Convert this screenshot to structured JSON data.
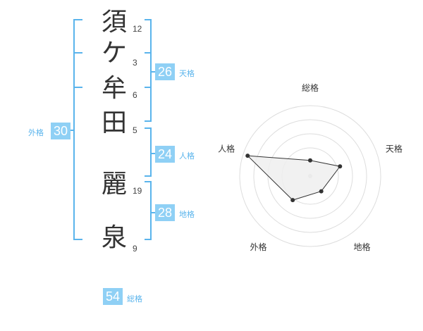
{
  "surname": [
    {
      "char": "須",
      "strokes": "12"
    },
    {
      "char": "ケ",
      "strokes": "3"
    },
    {
      "char": "牟",
      "strokes": "6"
    },
    {
      "char": "田",
      "strokes": "5"
    }
  ],
  "given_name": [
    {
      "char": "麗",
      "strokes": "19"
    },
    {
      "char": "泉",
      "strokes": "9"
    }
  ],
  "kakusu": {
    "tenkaku": {
      "value": "26",
      "label": "天格"
    },
    "jinkaku": {
      "value": "24",
      "label": "人格"
    },
    "chikaku": {
      "value": "28",
      "label": "地格"
    },
    "gaikaku": {
      "value": "30",
      "label": "外格"
    },
    "soukaku": {
      "value": "54",
      "label": "総格"
    }
  },
  "radar": {
    "axes": [
      "総格",
      "天格",
      "地格",
      "外格",
      "人格"
    ],
    "levels": [
      1.0,
      2.0,
      1.2,
      1.9,
      4.2
    ],
    "max": 4.5,
    "colors": {
      "ring": "#dddddd",
      "fill": "#eeeeee",
      "line": "#333333",
      "dot": "#333333",
      "center": "#cccccc"
    }
  },
  "colors": {
    "accent": "#8fd0f5",
    "bracket": "#5ab4ec",
    "label": "#5ab4ec"
  }
}
